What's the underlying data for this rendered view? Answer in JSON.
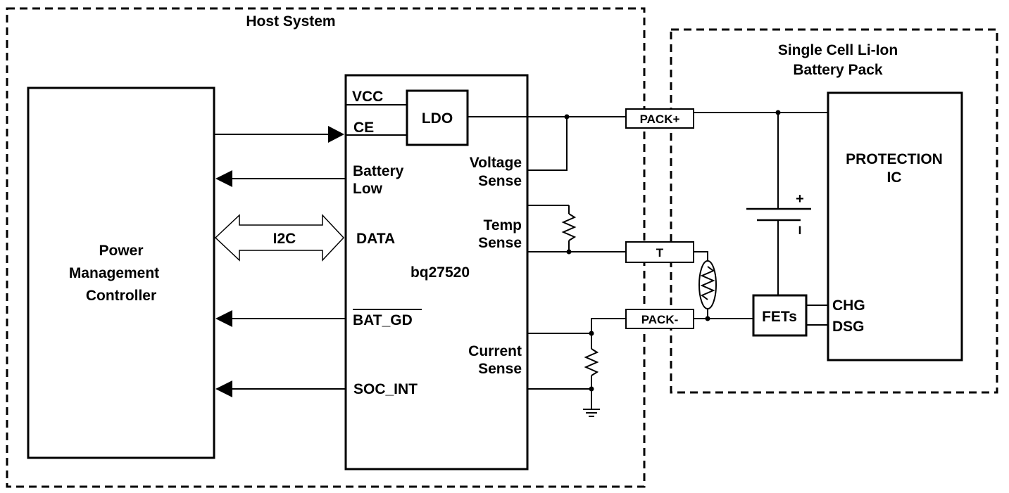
{
  "host_system": {
    "title": "Host System"
  },
  "battery_pack": {
    "title_line1": "Single Cell Li-Ion",
    "title_line2": "Battery Pack"
  },
  "pmc": {
    "line1": "Power",
    "line2": "Management",
    "line3": "Controller"
  },
  "gauge": {
    "part": "bq27520",
    "vcc": "VCC",
    "ce": "CE",
    "ldo": "LDO",
    "battery_low_1": "Battery",
    "battery_low_2": "Low",
    "data": "DATA",
    "bat_gd": "BAT_GD",
    "soc_int": "SOC_INT",
    "voltage_sense_1": "Voltage",
    "voltage_sense_2": "Sense",
    "temp_sense_1": "Temp",
    "temp_sense_2": "Sense",
    "current_sense_1": "Current",
    "current_sense_2": "Sense"
  },
  "bus": {
    "i2c": "I2C"
  },
  "connectors": {
    "pack_plus": "PACK+",
    "t": "T",
    "pack_minus": "PACK-"
  },
  "protection": {
    "line1": "PROTECTION",
    "line2": "IC",
    "chg": "CHG",
    "dsg": "DSG"
  },
  "fets": {
    "label": "FETs"
  },
  "cell": {
    "plus": "+",
    "minus": "I"
  }
}
